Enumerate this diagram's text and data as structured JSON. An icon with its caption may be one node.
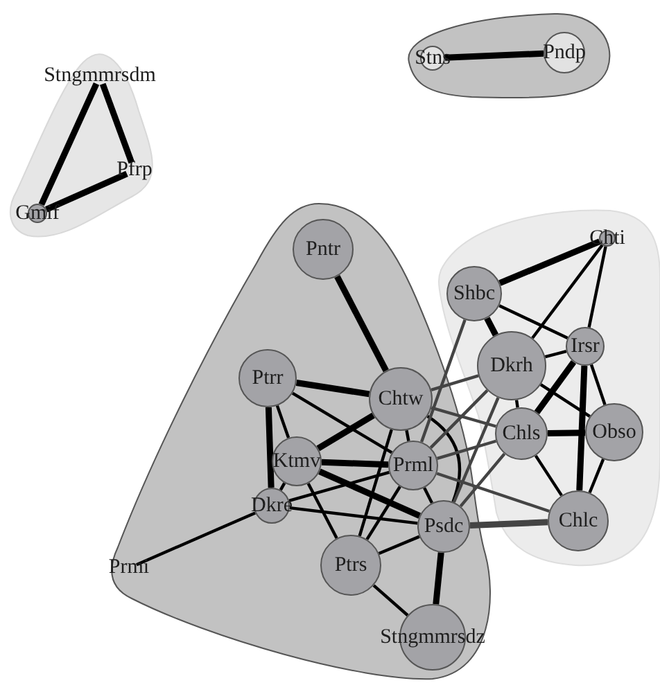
{
  "diagram": {
    "nodes": [
      {
        "text": [],
        "shape": "blob"
      },
      {
        "text": [
          "Stngmmrsdm"
        ],
        "in": 0
      },
      {
        "text": [
          "Pfrp"
        ],
        "in": 0
      },
      {
        "text": [
          "Gmif"
        ],
        "in": 0
      },
      {
        "text": [],
        "shape": "blob"
      },
      {
        "text": [
          "Stns"
        ],
        "in": 4
      },
      {
        "text": [
          "Pndp"
        ],
        "in": 4
      },
      {
        "text": [],
        "shape": "blob"
      },
      {
        "text": [
          "Chti"
        ],
        "in": 7
      },
      {
        "text": [
          "Shbc"
        ],
        "in": 7
      },
      {
        "text": [
          "Dkrh"
        ],
        "in": 7
      },
      {
        "text": [
          "Irsr"
        ],
        "in": 7
      },
      {
        "text": [
          "Chls"
        ],
        "in": 7
      },
      {
        "text": [
          "Obso"
        ],
        "in": 7
      },
      {
        "text": [
          "Chlc"
        ],
        "in": 7
      },
      {
        "text": [],
        "shape": "blob"
      },
      {
        "text": [
          "Pntr"
        ],
        "in": 15
      },
      {
        "text": [
          "Ptrr"
        ],
        "in": 15
      },
      {
        "text": [
          "Chtw"
        ],
        "in": 15
      },
      {
        "text": [
          "Ktmv"
        ],
        "in": 15
      },
      {
        "text": [
          "Prml"
        ],
        "in": 15
      },
      {
        "text": [
          "Dkre"
        ],
        "in": 15
      },
      {
        "text": [
          "Psdc"
        ],
        "in": 15
      },
      {
        "text": [
          "Ptrs"
        ],
        "in": 15
      },
      {
        "text": [
          "Stngmmrsdz"
        ],
        "in": 15
      },
      {
        "text": [
          "Prmi"
        ],
        "in": 15
      }
    ],
    "edges": [
      {
        "from": 1,
        "to": 2,
        "arrow": "none",
        "style": "thick"
      },
      {
        "from": 1,
        "to": 3,
        "arrow": "none",
        "style": "thick"
      },
      {
        "from": 3,
        "to": 2,
        "arrow": "none",
        "style": "thick"
      },
      {
        "from": 5,
        "to": 6,
        "arrow": "none",
        "style": "thick"
      },
      {
        "from": 16,
        "to": 18,
        "arrow": "none",
        "style": "thick"
      },
      {
        "from": 17,
        "to": 18,
        "arrow": "none",
        "style": "thick"
      },
      {
        "from": 17,
        "to": 19,
        "arrow": "none"
      },
      {
        "from": 17,
        "to": 21,
        "arrow": "none",
        "style": "thick"
      },
      {
        "from": 17,
        "to": 20,
        "arrow": "none"
      },
      {
        "from": 18,
        "to": 19,
        "arrow": "none",
        "style": "thick"
      },
      {
        "from": 18,
        "to": 20,
        "arrow": "none"
      },
      {
        "from": 18,
        "to": 22,
        "arrow": "none"
      },
      {
        "from": 18,
        "to": 23,
        "arrow": "none"
      },
      {
        "from": 19,
        "to": 20,
        "arrow": "none",
        "style": "thick"
      },
      {
        "from": 19,
        "to": 21,
        "arrow": "none"
      },
      {
        "from": 19,
        "to": 22,
        "arrow": "none",
        "style": "thick"
      },
      {
        "from": 19,
        "to": 23,
        "arrow": "none"
      },
      {
        "from": 21,
        "to": 20,
        "arrow": "none"
      },
      {
        "from": 21,
        "to": 22,
        "arrow": "none"
      },
      {
        "from": 20,
        "to": 22,
        "arrow": "none"
      },
      {
        "from": 20,
        "to": 23,
        "arrow": "none"
      },
      {
        "from": 22,
        "to": 23,
        "arrow": "none"
      },
      {
        "from": 22,
        "to": 24,
        "arrow": "none",
        "style": "thick"
      },
      {
        "from": 23,
        "to": 24,
        "arrow": "none"
      },
      {
        "from": 25,
        "to": 21,
        "arrow": "none"
      },
      {
        "from": 8,
        "to": 9,
        "arrow": "none",
        "style": "thick"
      },
      {
        "from": 8,
        "to": 11,
        "arrow": "none"
      },
      {
        "from": 8,
        "to": 10,
        "arrow": "none"
      },
      {
        "from": 9,
        "to": 10,
        "arrow": "none",
        "style": "thick"
      },
      {
        "from": 9,
        "to": 11,
        "arrow": "none"
      },
      {
        "from": 10,
        "to": 11,
        "arrow": "none"
      },
      {
        "from": 10,
        "to": 12,
        "arrow": "none"
      },
      {
        "from": 10,
        "to": 13,
        "arrow": "none"
      },
      {
        "from": 11,
        "to": 12,
        "arrow": "none",
        "style": "thick"
      },
      {
        "from": 11,
        "to": 13,
        "arrow": "none"
      },
      {
        "from": 11,
        "to": 14,
        "arrow": "none",
        "style": "thick"
      },
      {
        "from": 12,
        "to": 13,
        "arrow": "none",
        "style": "thick"
      },
      {
        "from": 12,
        "to": 14,
        "arrow": "none"
      },
      {
        "from": 13,
        "to": 14,
        "arrow": "none"
      },
      {
        "from": 9,
        "to": 20,
        "arrow": "none",
        "color": "#444444"
      },
      {
        "from": 10,
        "to": 22,
        "arrow": "none",
        "color": "#444444"
      },
      {
        "from": 10,
        "to": 20,
        "arrow": "none",
        "color": "#444444"
      },
      {
        "from": 10,
        "to": 18,
        "arrow": "none",
        "color": "#444444"
      },
      {
        "from": 12,
        "to": 18,
        "arrow": "none",
        "color": "#444444"
      },
      {
        "from": 12,
        "to": 22,
        "arrow": "none",
        "color": "#444444"
      },
      {
        "from": 12,
        "to": 20,
        "arrow": "none",
        "color": "#444444"
      },
      {
        "from": 22,
        "to": 14,
        "arrow": "none",
        "style": "thick",
        "color": "#444444"
      },
      {
        "from": 20,
        "to": 14,
        "arrow": "none",
        "color": "#444444"
      }
    ]
  }
}
